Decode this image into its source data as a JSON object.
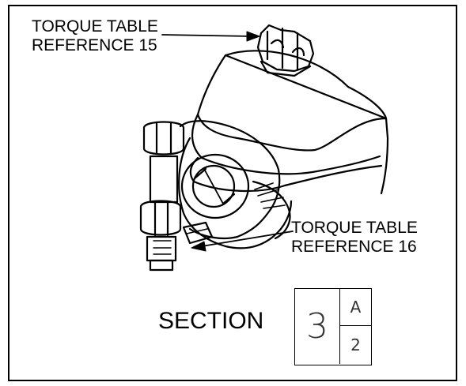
{
  "callouts": {
    "top": {
      "line1": "TORQUE TABLE",
      "line2": "REFERENCE 15"
    },
    "bottom": {
      "line1": "TORQUE TABLE",
      "line2": "REFERENCE 16"
    }
  },
  "section": {
    "label": "SECTION",
    "number": "3",
    "sheet": "A",
    "page": "2"
  },
  "colors": {
    "line": "#000000",
    "background": "#ffffff"
  }
}
